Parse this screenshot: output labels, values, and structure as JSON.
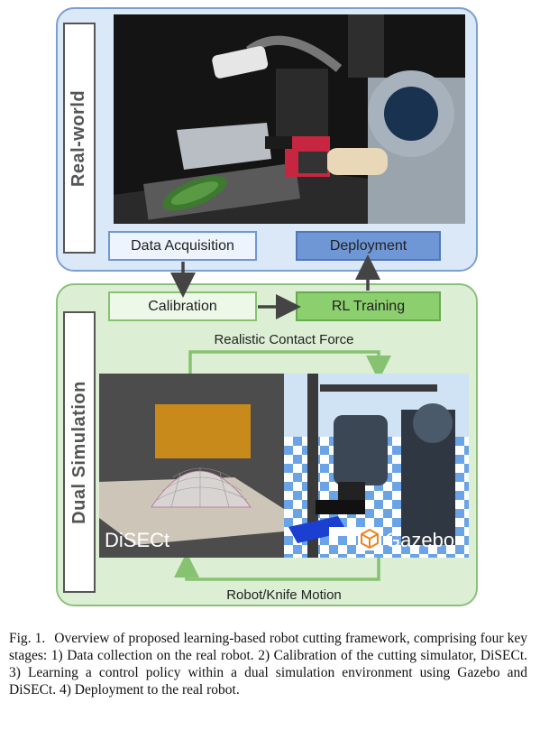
{
  "panels": {
    "real_world_label": "Real-world",
    "dual_simulation_label": "Dual Simulation"
  },
  "stages": {
    "data_acquisition": "Data Acquisition",
    "deployment": "Deployment",
    "calibration": "Calibration",
    "rl_training": "RL Training"
  },
  "simulation": {
    "top_arrow_label": "Realistic Contact Force",
    "bottom_arrow_label": "Robot/Knife Motion",
    "left_view_label": "DiSECt",
    "right_view_label": "Gazebo"
  },
  "colors": {
    "real_panel_bg": "#dbe8f8",
    "real_panel_border": "#7d9fd0",
    "sim_panel_bg": "#dcefd5",
    "sim_panel_border": "#8cc07a",
    "deployment_box": "#6f97d6",
    "rl_training_box": "#8ccf6e",
    "arrow_dark": "#444444",
    "arrow_green": "#86c270"
  },
  "caption": {
    "prefix": "Fig. 1.",
    "text": "Overview of proposed learning-based robot cutting framework, comprising four key stages: 1) Data collection on the real robot. 2) Calibration of the cutting simulator, DiSECt. 3) Learning a control policy within a dual simulation environment using Gazebo and DiSECt. 4) Deployment to the real robot."
  }
}
